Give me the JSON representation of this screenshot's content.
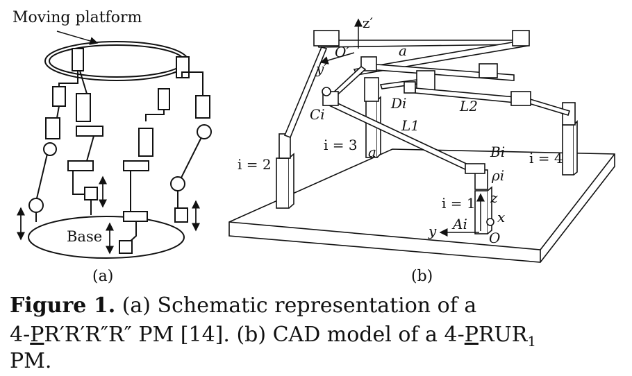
{
  "panel_a": {
    "moving_platform": "Moving platform",
    "base": "Base",
    "label": "(a)"
  },
  "panel_b": {
    "label": "(b)",
    "labels": {
      "z_prime": "z′",
      "o_prime": "O′",
      "y_prime": "y′",
      "a_top": "a",
      "c_i": "Ci",
      "d_i": "Di",
      "l2": "L2",
      "l1": "L1",
      "i3": "i = 3",
      "a_mid": "a",
      "i2": "i = 2",
      "i4": "i = 4",
      "b_i": "Bi",
      "rho_i": "ρi",
      "i1": "i = 1",
      "z": "z",
      "x": "x",
      "y": "y",
      "a_i": "Ai",
      "o": "O"
    }
  },
  "caption": {
    "heading": "Figure 1.",
    "line1": "(a) Schematic representation of a",
    "line2_a": "4-",
    "line2_p": "P",
    "line2_b": "R′R′R″R″ PM [14]. (b) CAD model of a 4-",
    "line2_p2": "P",
    "line2_c": "RUR",
    "line2_sub": "1",
    "line3": "PM."
  }
}
